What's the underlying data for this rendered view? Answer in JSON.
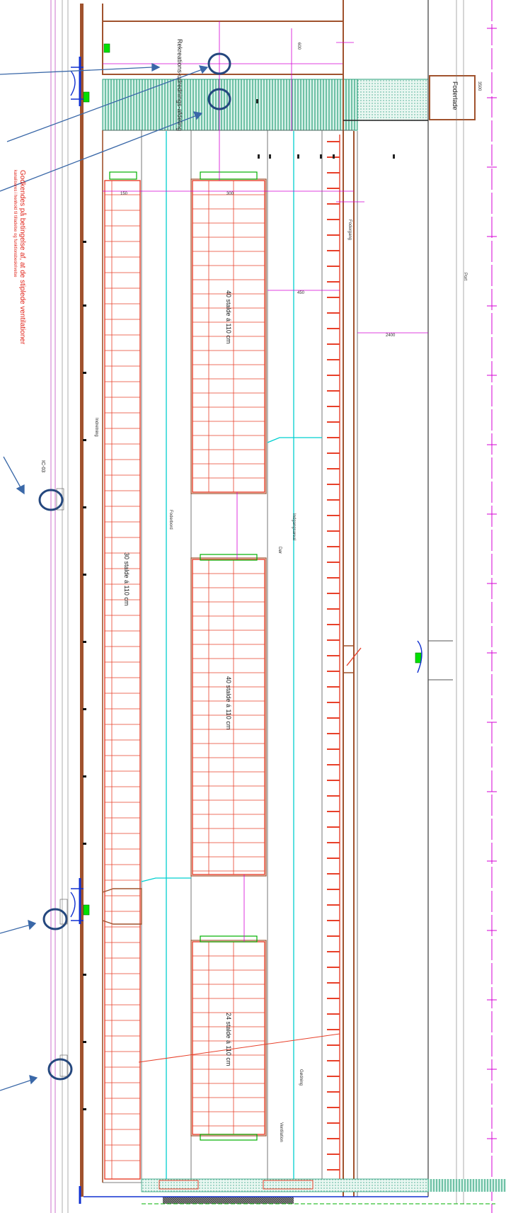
{
  "drawing": {
    "title": "Stalde plan",
    "notes": {
      "red_note_line1": "Godkendes på betingelse af, at de stiplede ventilationer",
      "red_note_line2": "kanaliseres i henhold til tilladelse og funktionsbeskrivelse"
    },
    "labels": {
      "room_top": "Rekreations-udrednings-afdeling",
      "section_label": "Indretning",
      "pens_row_outer": "30 stalde á 110 cm",
      "pens_row_upper": "40 stalde á 110 cm",
      "pens_row_middle": "40 stalde á 110 cm",
      "pens_row_lower": "24 stalde á 110 cm",
      "aisle_left": "Foderbord",
      "aisle_right": "Indgangsareal",
      "right_corridor": "Fodergang",
      "box_right": "Foderlade",
      "bottom_label": "Gødning",
      "vent_label": "Ventilation",
      "door_label_1": "Dør",
      "door_label_2": "Port",
      "scale_label": "IC-03"
    },
    "dimensions": {
      "top_small": "150",
      "top_mid": "300",
      "row_dim": "600",
      "aisle_dim": "450",
      "span_dim": "2400",
      "right_dim": "3500"
    },
    "colors": {
      "wall": "#a0522d",
      "pens": "#e8402a",
      "vent": "#00d0d0",
      "dimension": "#d400d4",
      "door": "#1030d0",
      "hatch": "#2aa07a",
      "annotation": "#3a68a8",
      "marker": "#00e000"
    }
  }
}
